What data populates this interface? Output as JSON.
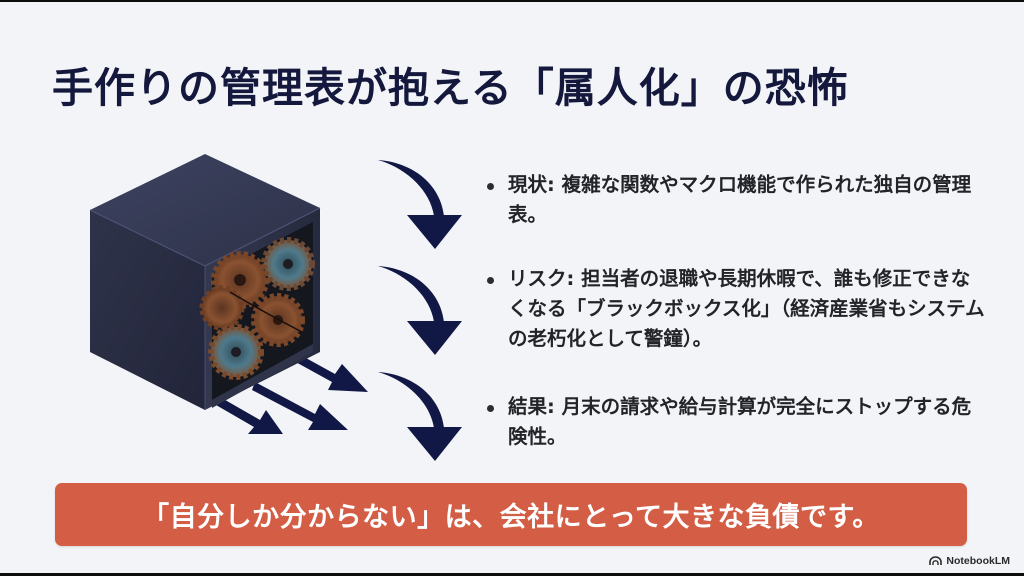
{
  "slide": {
    "title": "手作りの管理表が抱える「属人化」の恐怖",
    "bullets": [
      {
        "label": "現状:",
        "text": "現状: 複雑な関数やマクロ機能で作られた独自の管理表。"
      },
      {
        "label": "リスク:",
        "text": "リスク: 担当者の退職や長期休暇で、誰も修正できなくなる「ブラックボックス化」（経済産業省もシステムの老朽化として警鐘）。"
      },
      {
        "label": "結果:",
        "text": "結果: 月末の請求や給与計算が完全にストップする危険性。"
      }
    ],
    "banner": "「自分しか分からない」は、会社にとって大きな負債です。",
    "illustration": {
      "description": "black-box-cube-with-rusty-gears",
      "icon": "black-box-icon"
    },
    "flow_arrows": 3
  },
  "branding": {
    "label": "NotebookLM",
    "icon": "notebooklm-logo-icon"
  },
  "colors": {
    "background": "#f2f4f7",
    "title": "#15183d",
    "body_text": "#222429",
    "arrow_navy": "#121846",
    "cube_dark": "#2c3046",
    "banner_bg": "#d45d46",
    "banner_text": "#ffffff",
    "gear_rust": "#8a5231",
    "gear_teal": "#4f7a8c"
  }
}
